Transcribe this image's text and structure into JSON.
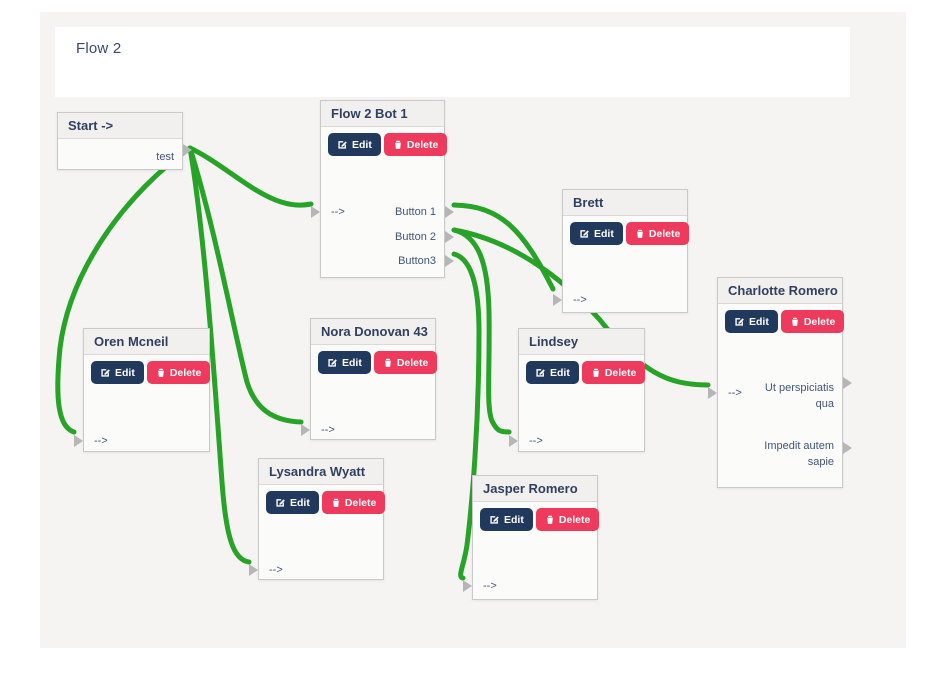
{
  "page": {
    "title": "Flow 2"
  },
  "actions": {
    "edit": "Edit",
    "delete": "Delete"
  },
  "io": {
    "input_arrow": "-->"
  },
  "colors": {
    "connection_green": "#27a327",
    "edit_button_navy": "#20395c",
    "delete_button_pink": "#ee3a5c",
    "node_header_text": "#31405f",
    "canvas_background": "#f5f4f2",
    "connector_gray": "#b6b6b6"
  },
  "nodes": {
    "start": {
      "title": "Start ->",
      "outputs": [
        "test"
      ]
    },
    "bot": {
      "title": "Flow 2 Bot 1",
      "outputs": [
        "Button 1",
        "Button 2",
        "Button3"
      ]
    },
    "brett": {
      "title": "Brett"
    },
    "oren": {
      "title": "Oren Mcneil"
    },
    "nora": {
      "title": "Nora Donovan 43"
    },
    "lindsey": {
      "title": "Lindsey"
    },
    "lysandra": {
      "title": "Lysandra Wyatt"
    },
    "jasper": {
      "title": "Jasper Romero"
    },
    "charlotte": {
      "title": "Charlotte Romero",
      "outputs": [
        "Ut perspiciatis qua",
        "Impedit autem sapie"
      ]
    }
  }
}
